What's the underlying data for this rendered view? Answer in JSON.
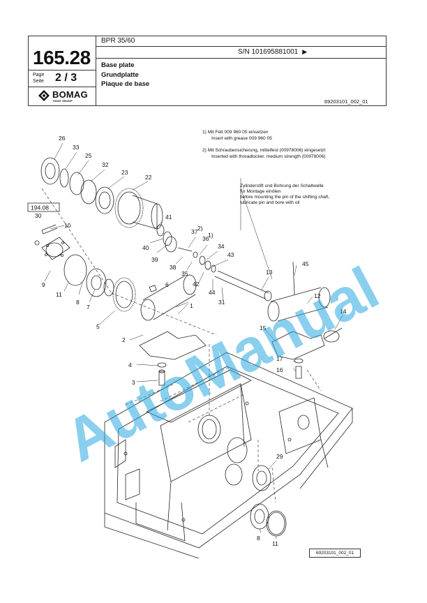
{
  "header": {
    "model": "BPR 35/60",
    "serial": "S/N 101695881001",
    "serial_arrow": "▶",
    "group_number": "165.28",
    "page_label_line1": "Page",
    "page_label_line2": "Seite",
    "page_fraction": "2 / 3",
    "brand": "BOMAG",
    "brand_sub": "FAYAT GROUP",
    "title_en": "Base plate",
    "title_de": "Grundplatte",
    "title_fr": "Plaque de base",
    "doc_ref": "69203101_002_01"
  },
  "notes": {
    "n1_de": "1)  Mit Fett  009 960 05 einsetzen",
    "n1_en": "Insert  with grease  009 960 05",
    "n2_de": "2)  Mit Schraubensicherung, mittelfest (00978006) eingesetzt",
    "n2_en": "Inserted with threadlocker, medium strength (00978006)",
    "pin_line1": "Zylinderstift und Bohrung der Schaltwelle",
    "pin_line2": "für Montage einölen",
    "pin_line3": "before mounting the pin of the shifting shaft,",
    "pin_line4": "lubricate pin and bore with oil"
  },
  "reference_box": "194.08",
  "drawing_ref": "69203101_002_01",
  "watermark": "AutoManual",
  "part_numbers": [
    "26",
    "33",
    "25",
    "32",
    "23",
    "22",
    "30",
    "10",
    "9",
    "11",
    "8",
    "7",
    "5",
    "6",
    "41",
    "40",
    "39",
    "37",
    "36",
    "34",
    "38",
    "35",
    "43",
    "42",
    "44",
    "31",
    "1",
    "2",
    "4",
    "3",
    "13",
    "45",
    "12",
    "14",
    "15",
    "17",
    "16",
    "29",
    "8",
    "11"
  ],
  "superscripts": [
    "2)",
    "1)"
  ],
  "colors": {
    "line": "#222222",
    "watermark": "#29a8e0"
  }
}
